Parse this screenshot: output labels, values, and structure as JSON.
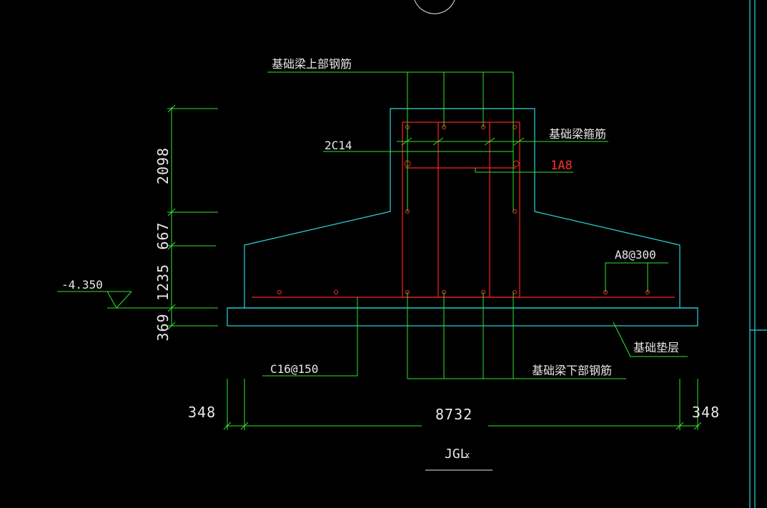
{
  "drawing": {
    "labels": {
      "top_bar": "基础梁上部钢筋",
      "stirrup": "基础梁箍筋",
      "side_bar": "2C14",
      "tie_bar": "1A8",
      "distribution_bar": "A8@300",
      "bottom_mesh": "C16@150",
      "bottom_bar": "基础梁下部钢筋",
      "cushion": "基础垫层",
      "elevation": "-4.350"
    },
    "dimensions": {
      "vertical": [
        "2098",
        "667",
        "1235",
        "369"
      ],
      "width_left": "348",
      "width_main": "8732",
      "width_right": "348"
    },
    "title": "JGL",
    "title_suffix": "x"
  },
  "colors": {
    "background": "#000000",
    "concrete_outline": "#29d6e0",
    "rebar": "#ff2020",
    "leader_lines": "#2ee52e",
    "text": "#e8e8e8"
  }
}
